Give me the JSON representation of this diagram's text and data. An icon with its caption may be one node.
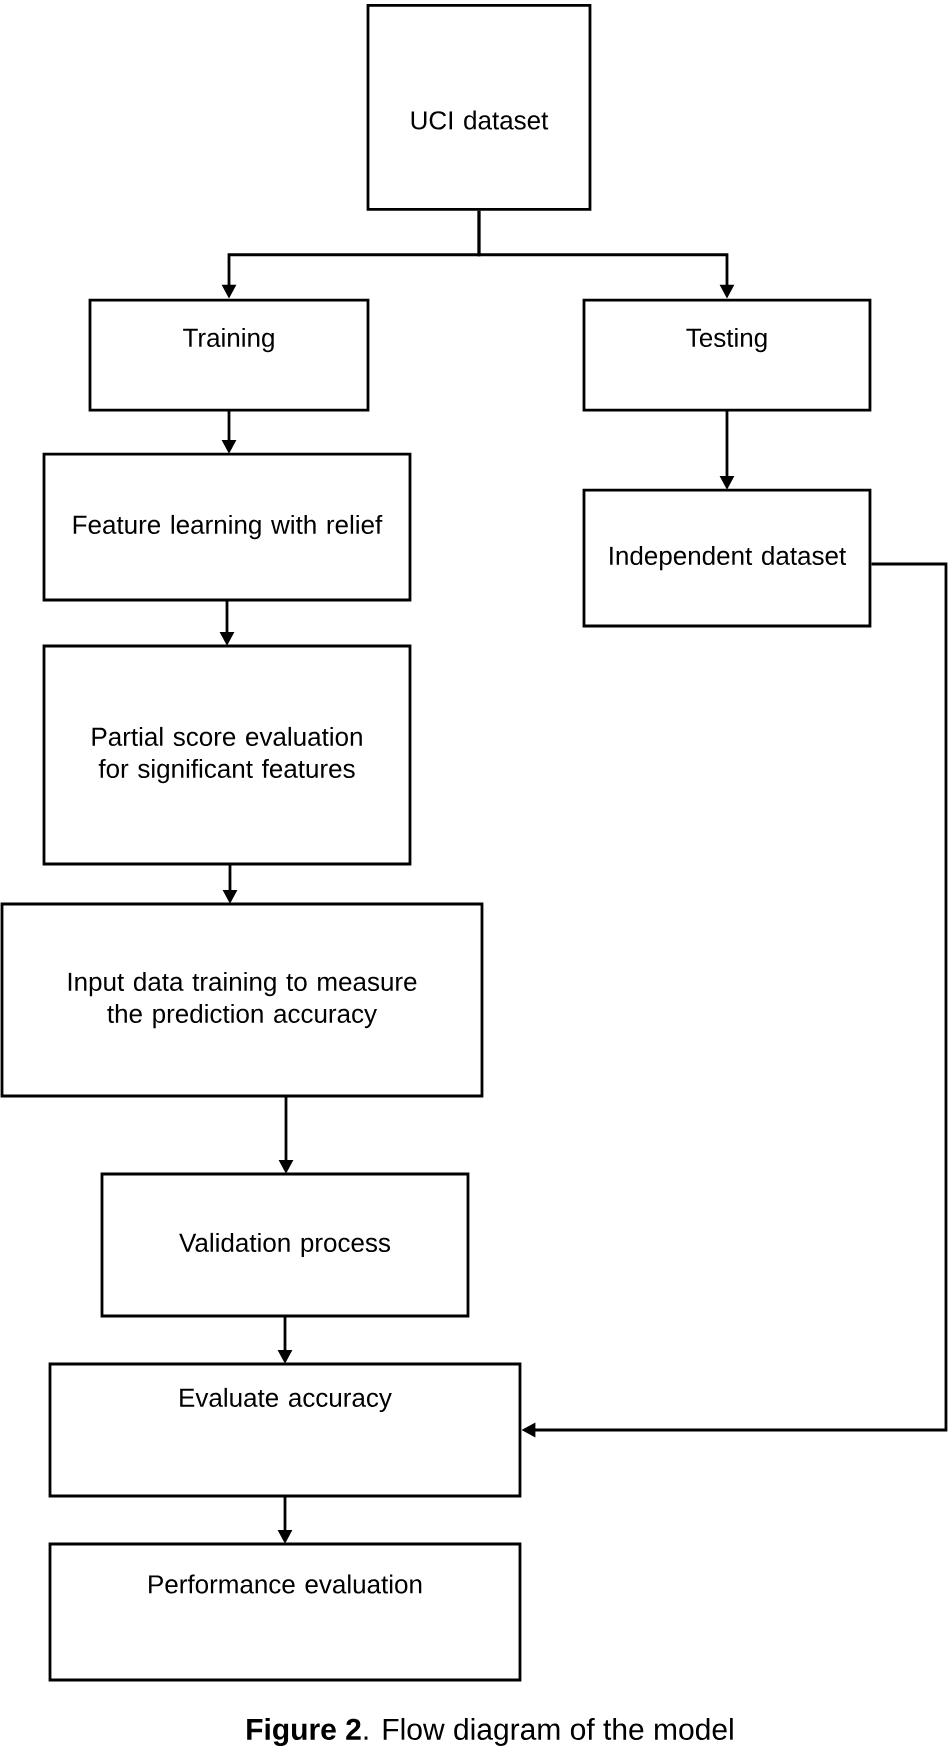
{
  "diagram": {
    "caption": "**Figure 2**. Flow diagram of the model",
    "nodes": [
      {
        "text": [
          "UCI dataset"
        ]
      },
      {
        "text": [
          "Training"
        ]
      },
      {
        "text": [
          "Testing"
        ]
      },
      {
        "text": [
          "Feature learning with relief"
        ]
      },
      {
        "text": [
          "Independent dataset"
        ]
      },
      {
        "text": [
          "Partial score evaluation for significant features"
        ]
      },
      {
        "text": [
          "Input data training to measure the prediction accuracy"
        ]
      },
      {
        "text": [
          "Validation process"
        ]
      },
      {
        "text": [
          "Evaluate accuracy"
        ]
      },
      {
        "text": [
          "Performance evaluation"
        ]
      }
    ],
    "edges": [
      {
        "from": 0,
        "to": 1,
        "arrow": "to"
      },
      {
        "from": 0,
        "to": 2,
        "arrow": "to"
      },
      {
        "from": 1,
        "to": 3,
        "arrow": "to"
      },
      {
        "from": 2,
        "to": 4,
        "arrow": "to"
      },
      {
        "from": 3,
        "to": 5,
        "arrow": "to"
      },
      {
        "from": 5,
        "to": 6,
        "arrow": "to"
      },
      {
        "from": 6,
        "to": 7,
        "arrow": "to"
      },
      {
        "from": 7,
        "to": 8,
        "arrow": "to"
      },
      {
        "from": 4,
        "to": 8,
        "arrow": "to"
      },
      {
        "from": 8,
        "to": 9,
        "arrow": "to"
      }
    ]
  }
}
